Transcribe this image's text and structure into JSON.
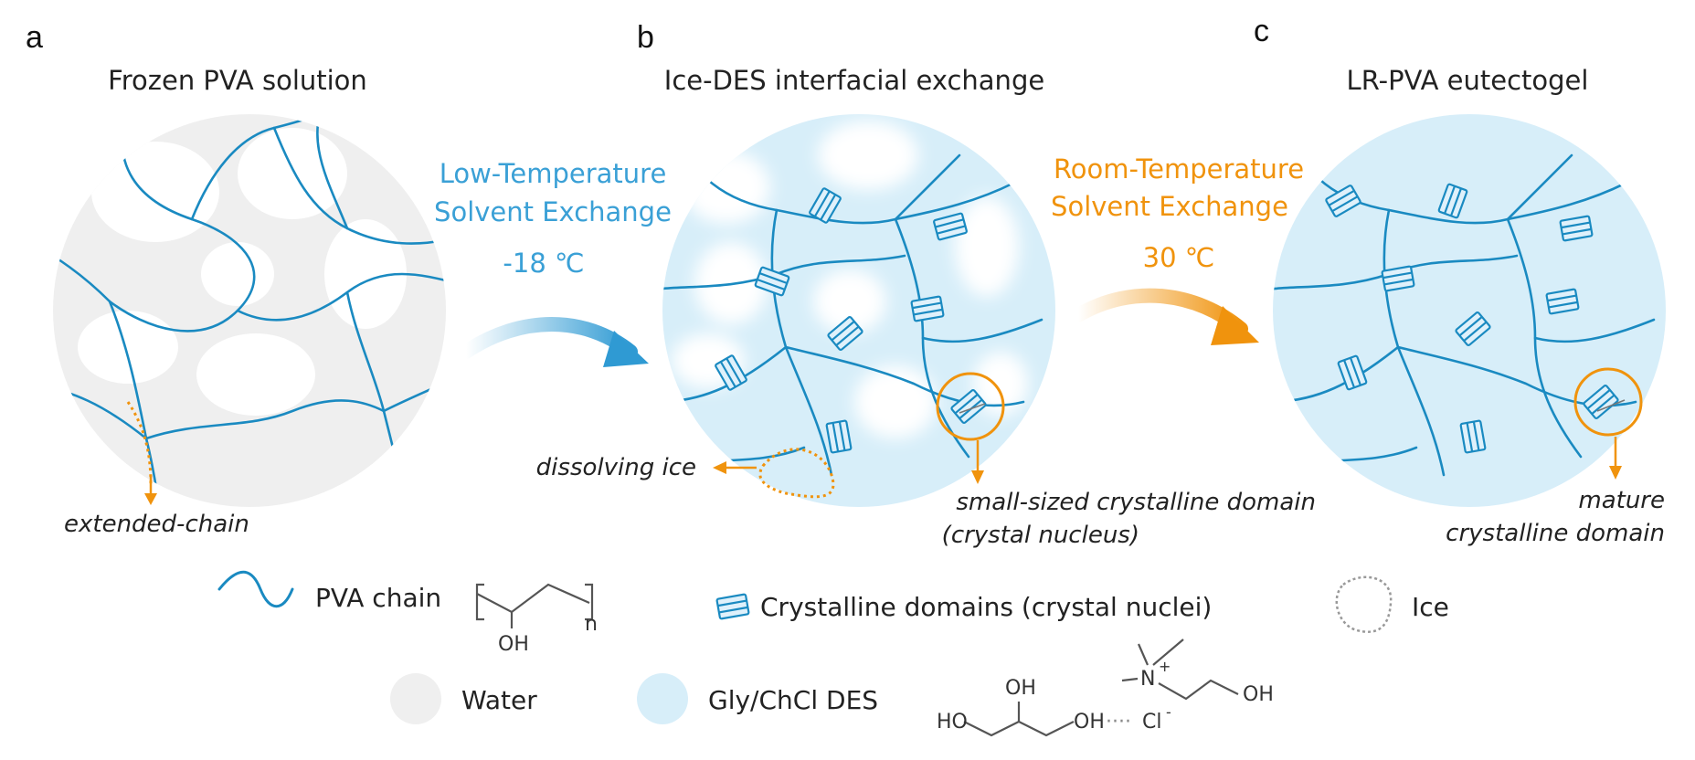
{
  "panels": [
    {
      "letter": "a",
      "title": "Frozen PVA solution",
      "annotation": "extended-chain"
    },
    {
      "letter": "b",
      "title": "Ice-DES interfacial exchange",
      "annotation_left": "dissolving ice",
      "annotation_right_1": "small-sized crystalline domain",
      "annotation_right_2": "(crystal nucleus)"
    },
    {
      "letter": "c",
      "title": "LR-PVA eutectogel",
      "annotation_1": "mature",
      "annotation_2": "crystalline domain"
    }
  ],
  "steps": [
    {
      "line1": "Low-Temperature",
      "line2": "Solvent Exchange",
      "temperature": "-18 ℃",
      "color": "#3aa0d6"
    },
    {
      "line1": "Room-Temperature",
      "line2": "Solvent Exchange",
      "temperature": "30 ℃",
      "color": "#f0930d"
    }
  ],
  "legend": {
    "pva_chain": "PVA chain",
    "crystalline": "Crystalline domains (crystal nuclei)",
    "ice": "Ice",
    "water": "Water",
    "des": "Gly/ChCl DES"
  },
  "chem": {
    "oh": "OH",
    "n": "n",
    "ho": "HO",
    "dots": "····",
    "cl": "Cl",
    "minus": "-",
    "nitrogen": "N",
    "plus": "+"
  },
  "colors": {
    "chain": "#1a8ac1",
    "water": "#efefef",
    "des": "#d7eef9",
    "accent_blue": "#3aa0d6",
    "accent_orange": "#f0930d"
  }
}
